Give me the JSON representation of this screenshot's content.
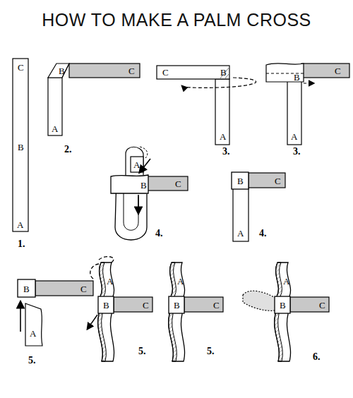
{
  "diagram": {
    "title": "HOW TO MAKE A PALM CROSS",
    "labels": [
      "C",
      "B",
      "A",
      "1.",
      "B",
      "C",
      "A",
      "2.",
      "C",
      "B",
      "A",
      "3.",
      "B",
      "C",
      "A",
      "3.",
      "A",
      "B",
      "C",
      "4.",
      "B",
      "C",
      "A",
      "4.",
      "B",
      "C",
      "A",
      "5.",
      "A",
      "B",
      "C",
      "5.",
      "A",
      "B",
      "C",
      "5.",
      "A",
      "B",
      "C",
      "6."
    ]
  }
}
